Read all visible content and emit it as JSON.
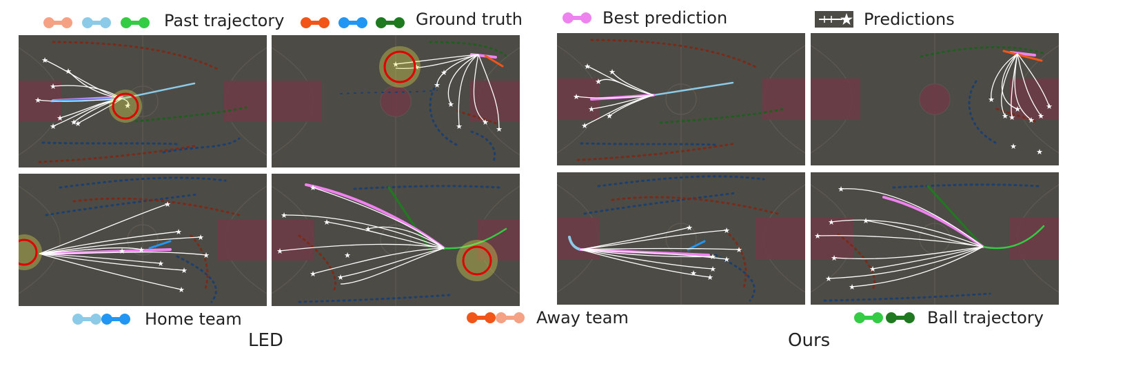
{
  "legend": {
    "past_trajectory": "Past trajectory",
    "ground_truth": "Ground truth",
    "best_prediction": "Best prediction",
    "predictions": "Predictions",
    "home_team": "Home team",
    "away_team": "Away team",
    "ball_trajectory": "Ball trajectory"
  },
  "captions": {
    "left": "LED",
    "right": "Ours"
  },
  "colors": {
    "past_away": "#f4a184",
    "past_home": "#8ccbe8",
    "past_ball": "#33cc44",
    "gt_away": "#f25518",
    "gt_home": "#2196f3",
    "gt_ball": "#1f7a1f",
    "best": "#ee82ee",
    "pred": "#ffffff",
    "highlight": "#e00000"
  }
}
